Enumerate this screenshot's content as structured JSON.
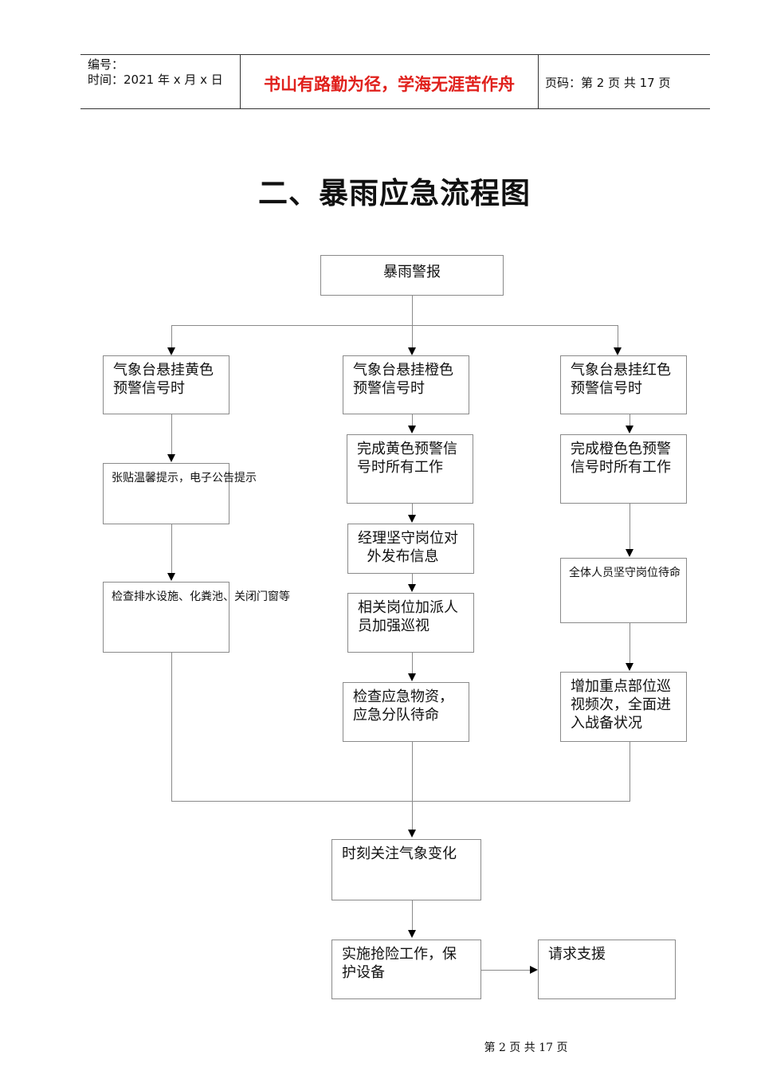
{
  "header": {
    "number_label": "编号：",
    "time_label": "时间：2021 年 x 月 x 日",
    "motto": "书山有路勤为径，学海无涯苦作舟",
    "page_label": "页码：第 2 页  共 17 页"
  },
  "title": "二、暴雨应急流程图",
  "flow": {
    "start": "暴雨警报",
    "yellow": {
      "trigger": "气象台悬挂黄色\n预警信号时",
      "step1": "张贴温馨提示，电子公告提示",
      "step2": "检查排水设施、化粪池、关闭门窗等"
    },
    "orange": {
      "trigger": "气象台悬挂橙色\n预警信号时",
      "step1": "完成黄色预警信\n号时所有工作",
      "step2": "经理坚守岗位对\n  外发布信息",
      "step3": "相关岗位加派人\n员加强巡视",
      "step4": "检查应急物资，\n应急分队待命"
    },
    "red": {
      "trigger": "气象台悬挂红色\n预警信号时",
      "step1": "完成橙色色预警\n信号时所有工作",
      "step2": "全体人员坚守岗位待命",
      "step3": "增加重点部位巡\n视频次，全面进\n入战备状况"
    },
    "monitor": "时刻关注气象变化",
    "rescue": "实施抢险工作，保\n护设备",
    "help": "请求支援"
  },
  "footer": "第  2  页  共  17  页"
}
